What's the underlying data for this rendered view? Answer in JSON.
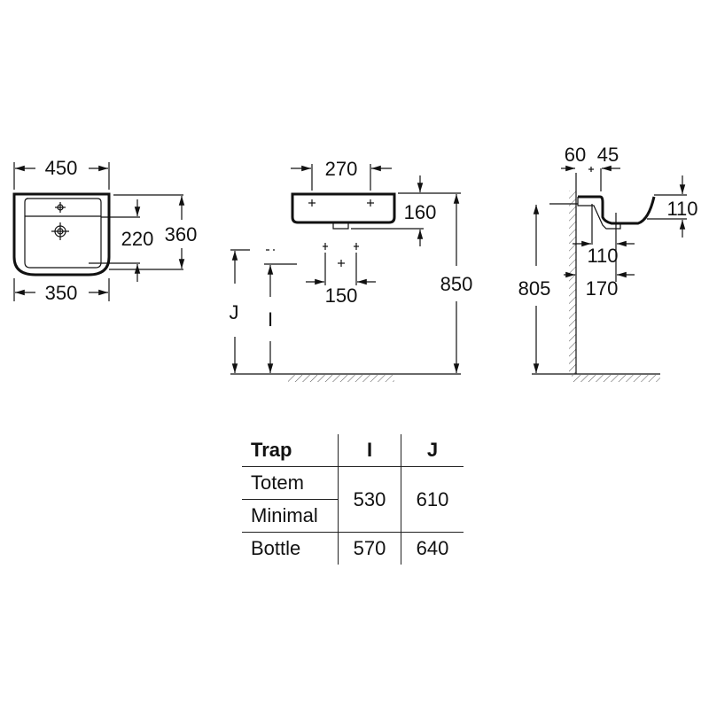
{
  "front_view": {
    "width_top": "450",
    "width_bottom": "350",
    "depth_bowl": "220",
    "depth_total": "360"
  },
  "elevation_view": {
    "tap_spacing": "270",
    "height": "160",
    "waste_offset": "150",
    "floor_height": "850",
    "label_j": "J",
    "label_i": "I"
  },
  "side_view": {
    "wall_gap": "60",
    "tap_offset": "45",
    "rim_height": "110",
    "waste_depth": "110",
    "waste_distance": "170",
    "floor_height": "805"
  },
  "table": {
    "headers": [
      "Trap",
      "I",
      "J"
    ],
    "rows": [
      {
        "trap": "Totem",
        "i": "530",
        "j": "610"
      },
      {
        "trap": "Minimal"
      },
      {
        "trap": "Bottle",
        "i": "570",
        "j": "640"
      }
    ]
  }
}
